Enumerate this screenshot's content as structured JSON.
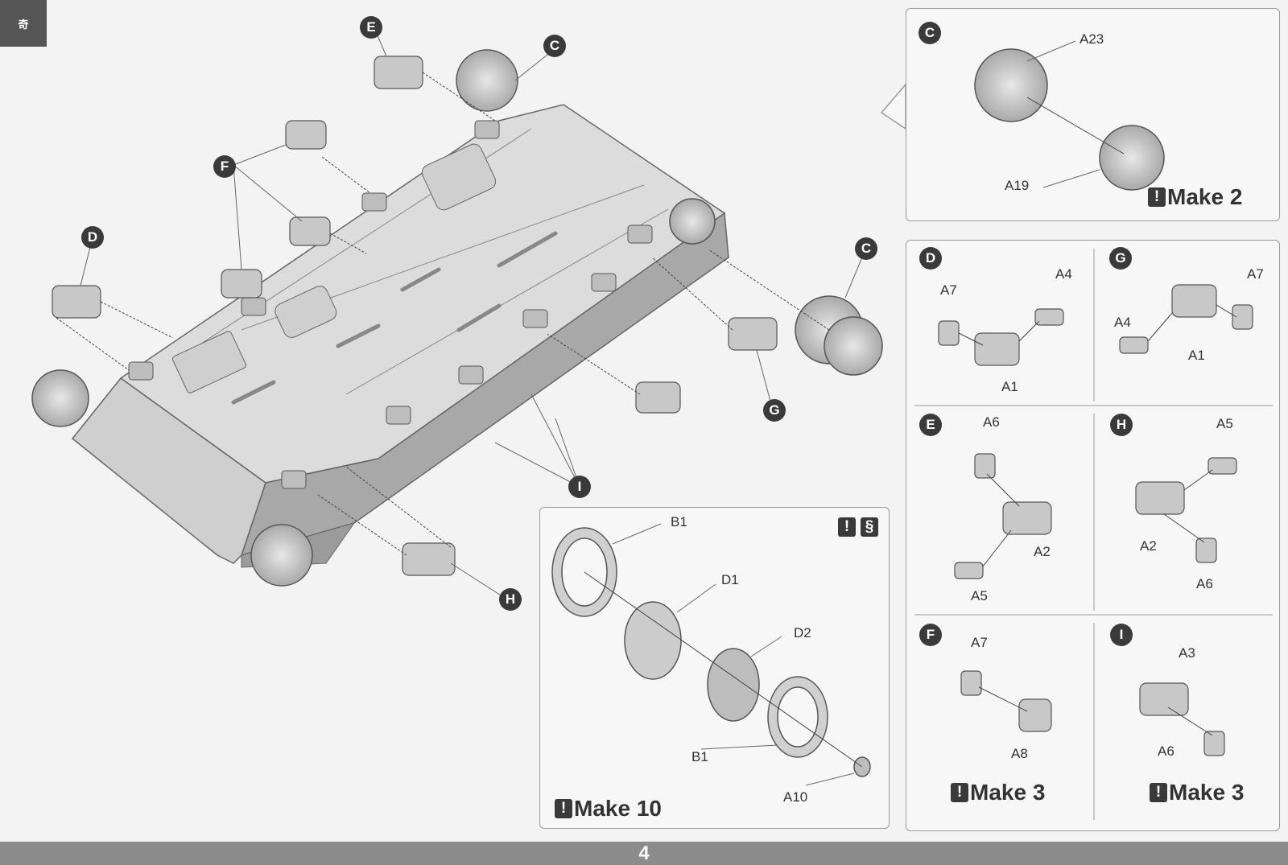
{
  "watermark": {
    "text": "奇"
  },
  "page_number": "4",
  "main_callouts": [
    {
      "id": "E",
      "text": "E"
    },
    {
      "id": "C1",
      "text": "C"
    },
    {
      "id": "F",
      "text": "F"
    },
    {
      "id": "D",
      "text": "D"
    },
    {
      "id": "C2",
      "text": "C"
    },
    {
      "id": "G",
      "text": "G"
    },
    {
      "id": "I",
      "text": "I"
    },
    {
      "id": "H",
      "text": "H"
    }
  ],
  "panel_c": {
    "callout": "C",
    "parts": [
      "A23",
      "A19"
    ],
    "make": "Make 2"
  },
  "panel_grid": {
    "cells": [
      {
        "callout": "D",
        "parts": [
          "A7",
          "A4",
          "A1"
        ]
      },
      {
        "callout": "G",
        "parts": [
          "A7",
          "A4",
          "A1"
        ]
      },
      {
        "callout": "E",
        "parts": [
          "A6",
          "A2",
          "A5"
        ]
      },
      {
        "callout": "H",
        "parts": [
          "A5",
          "A2",
          "A6"
        ]
      },
      {
        "callout": "F",
        "parts": [
          "A7",
          "A8"
        ],
        "make": "Make 3"
      },
      {
        "callout": "I",
        "parts": [
          "A3",
          "A6"
        ],
        "make": "Make 3"
      }
    ]
  },
  "panel_wheel": {
    "parts": [
      "B1",
      "D1",
      "D2",
      "B1",
      "A10"
    ],
    "make": "Make 10",
    "icons": [
      "exclamation-icon",
      "glue-icon"
    ]
  },
  "colors": {
    "line": "#555555",
    "fill": "#d9d9d9",
    "dark": "#3a3a3a"
  }
}
